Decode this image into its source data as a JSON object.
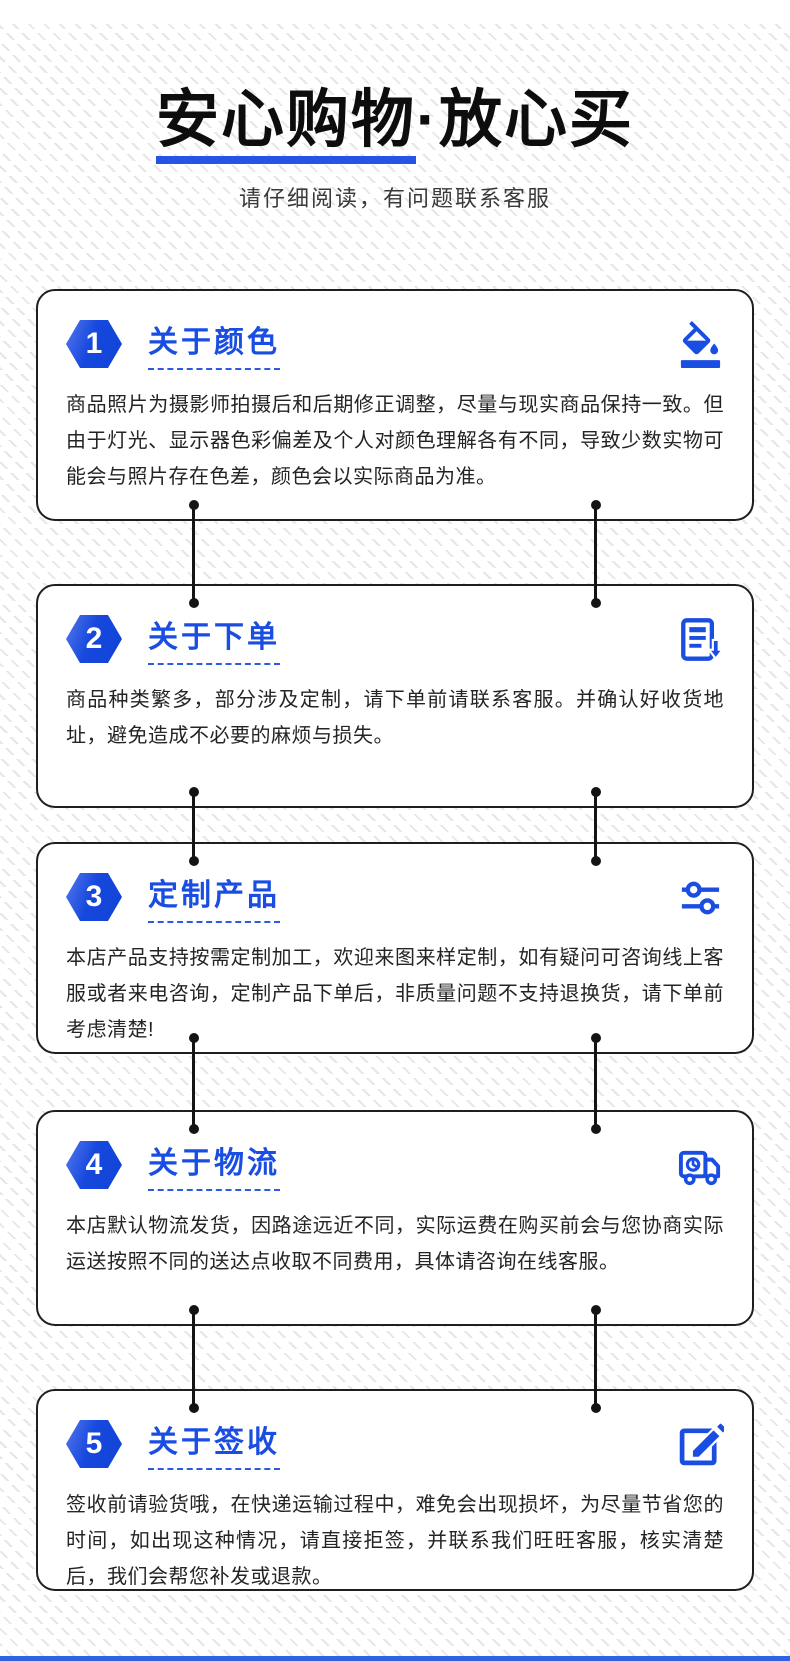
{
  "header": {
    "title_underlined": "安心购物",
    "title_rest": "·放心买",
    "subtitle": "请仔细阅读，有问题联系客服"
  },
  "cards": [
    {
      "number": "1",
      "title": "关于颜色",
      "icon": "paint-fill-icon",
      "body": "商品照片为摄影师拍摄后和后期修正调整，尽量与现实商品保持一致。但由于灯光、显示器色彩偏差及个人对颜色理解各有不同，导致少数实物可能会与照片存在色差，颜色会以实际商品为准。"
    },
    {
      "number": "2",
      "title": "关于下单",
      "icon": "order-list-icon",
      "body": "商品种类繁多，部分涉及定制，请下单前请联系客服。并确认好收货地址，避免造成不必要的麻烦与损失。"
    },
    {
      "number": "3",
      "title": "定制产品",
      "icon": "sliders-icon",
      "body": "本店产品支持按需定制加工，欢迎来图来样定制，如有疑问可咨询线上客服或者来电咨询，定制产品下单后，非质量问题不支持退换货，请下单前考虑清楚!"
    },
    {
      "number": "4",
      "title": "关于物流",
      "icon": "delivery-truck-icon",
      "body": "本店默认物流发货，因路途远近不同，实际运费在购买前会与您协商实际运送按照不同的送达点收取不同费用，具体请咨询在线客服。"
    },
    {
      "number": "5",
      "title": "关于签收",
      "icon": "sign-receipt-icon",
      "body": "签收前请验货哦，在快递运输过程中，难免会出现损坏，为尽量节省您的时间，如出现这种情况，请直接拒签，并联系我们旺旺客服，核实清楚后，我们会帮您补发或退款。"
    }
  ],
  "colors": {
    "accent_blue": "#1a4ee2",
    "hexagon_blue": "#1648de",
    "title_underline": "#2356e4",
    "card_border": "#1f1f1f",
    "connector": "#141414",
    "bottom_bar": "#2d63e3"
  }
}
